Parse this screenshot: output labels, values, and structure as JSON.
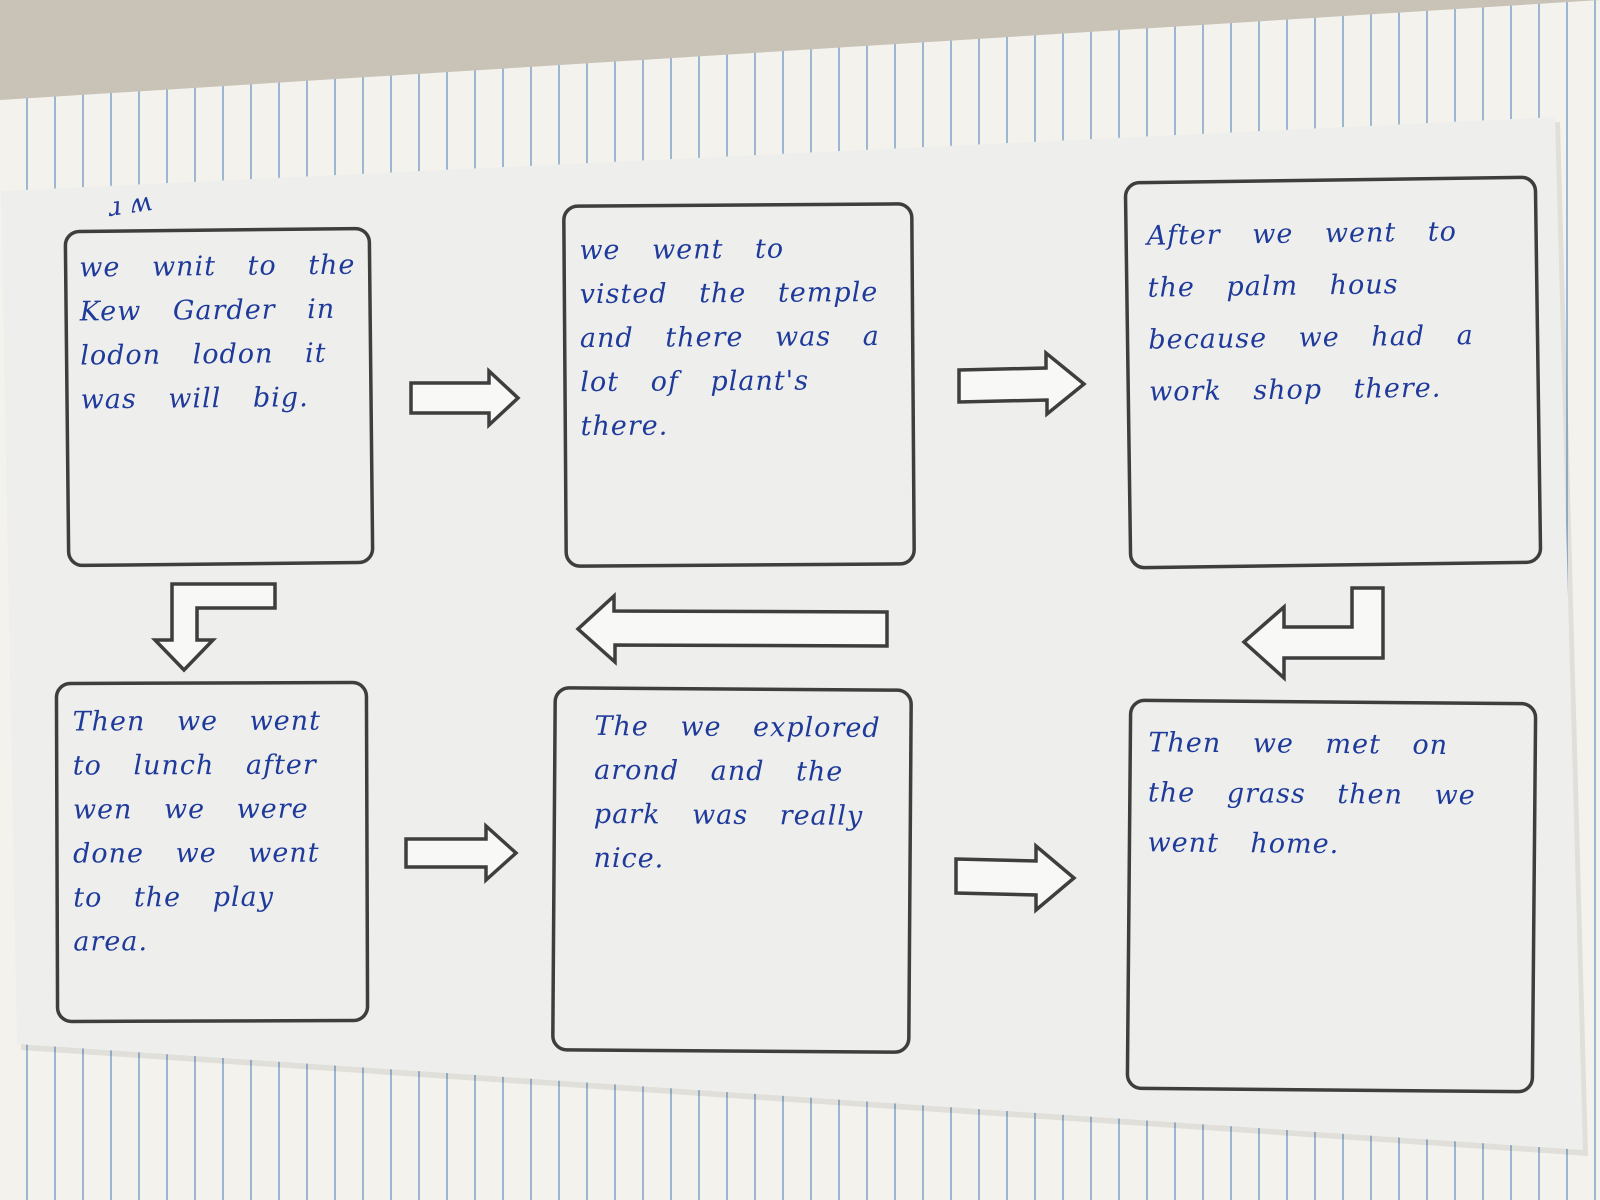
{
  "image": {
    "subject": "handwritten storyboard worksheet on notebook paper",
    "ink_color": "#1e3a9a",
    "frame_color": "#444444",
    "paper_color": "#eeeeec"
  },
  "panels": [
    {
      "order": 1,
      "text": "we wnit to the Kew Garder in lodon lodon it was will big."
    },
    {
      "order": 2,
      "text": "we went to visted the temple and there was a lot of plant's there."
    },
    {
      "order": 3,
      "text": "After we went to the palm hous because we had a work shop there."
    },
    {
      "order": 4,
      "text": "Then we went to lunch after wen we were done we went to the play area."
    },
    {
      "order": 5,
      "text": "The we explored arond and the park was really nice."
    },
    {
      "order": 6,
      "text": "Then we met on the grass then we went home."
    }
  ],
  "annotations": {
    "corner_mark": "ɹ ʍ"
  }
}
